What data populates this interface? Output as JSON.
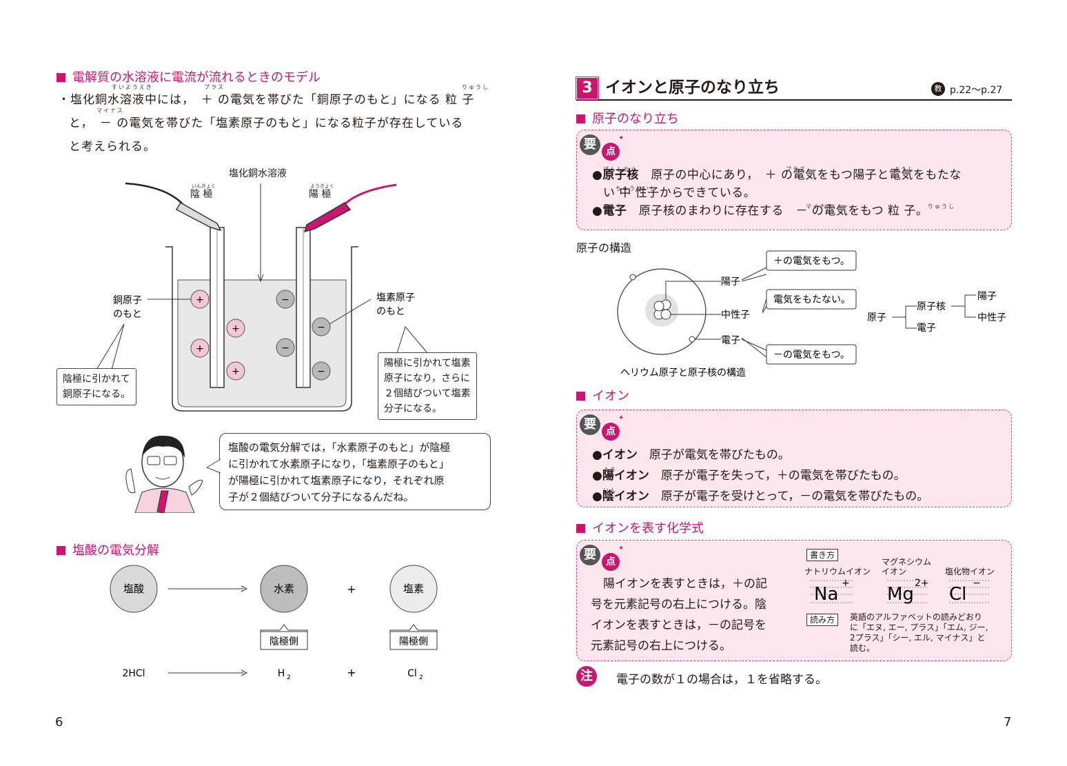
{
  "left": {
    "section1": {
      "title": "電解質の水溶液に電流が流れるときのモデル",
      "line1": "塩化銅水溶液中には，　＋ の電気を帯びた「銅原子のもと」になる 粒 子",
      "line2": "と，　－ の電気を帯びた「塩素原子のもと」になる粒子が存在している",
      "line3": "と考えられる。",
      "ruby_suiyoueki": "すいようえき",
      "ruby_plus": "プラス",
      "ruby_minus": "マイナス",
      "ruby_ryuushi": "りゅうし"
    },
    "diagram": {
      "solution_label": "塩化銅水溶液",
      "cathode": "陰 極",
      "cathode_ruby": "いんきょく",
      "anode": "陽 極",
      "anode_ruby": "ようきょく",
      "copper_label_1": "銅原子",
      "copper_label_2": "のもと",
      "chlorine_label_1": "塩素原子",
      "chlorine_label_2": "のもと",
      "callout_left": [
        "陰極に引かれて",
        "銅原子になる。"
      ],
      "callout_right": [
        "陽極に引かれて塩素",
        "原子になり，さらに",
        "２個結びついて塩素",
        "分子になる。"
      ],
      "plus": "+",
      "minus": "−"
    },
    "speech": [
      "塩酸の電気分解では，「水素原子のもと」が陰極",
      "に引かれて水素原子になり，「塩素原子のもと」",
      "が陽極に引かれて塩素原子になり，それぞれ原",
      "子が２個結びついて分子になるんだね。"
    ],
    "section2": {
      "title": "塩酸の電気分解",
      "c1": "塩酸",
      "c2": "水素",
      "c3": "塩素",
      "plus": "+",
      "tag_cathode": "陰極側",
      "tag_anode": "陽極側",
      "f1": "2HCl",
      "f2": "H",
      "f2sub": "2",
      "f3": "Cl",
      "f3sub": "2"
    },
    "page": "6"
  },
  "right": {
    "heading": {
      "num": "3",
      "title": "イオンと原子のなり立ち",
      "ref_icon": "教",
      "ref": "p.22～p.27"
    },
    "sec1": {
      "title": "原子のなり立ち",
      "yo": "要",
      "ten": "点",
      "b1_term": "原子核",
      "b1_ruby": "げんしかく",
      "b1_text": "原子の中心にあり，　＋ の電気をもつ陽子と電気をもたな",
      "b1_plus_ruby": "プラス",
      "b1_youshi_ruby": "ようし",
      "b1_line2": "い 中 性子からできている。",
      "b1_line2_ruby": "ちゅうせいし",
      "b2_term": "電子",
      "b2_ruby": "でんし",
      "b2_text": "原子核のまわりに存在する　－ の電気をもつ 粒 子。",
      "b2_minus_ruby": "マイナス",
      "b2_ryuushi_ruby": "りゅうし",
      "bullet": "●"
    },
    "structure": {
      "title": "原子の構造",
      "youshi": "陽子",
      "chuuseishi": "中性子",
      "denshi": "電子",
      "box1": "＋の電気をもつ。",
      "box2": "電気をもたない。",
      "box3": "－の電気をもつ。",
      "caption": "ヘリウム原子と原子核の構造",
      "tree_root": "原子",
      "tree_nucleus": "原子核",
      "tree_electron": "電子",
      "tree_proton": "陽子",
      "tree_neutron": "中性子"
    },
    "sec2": {
      "title": "イオン",
      "yo": "要",
      "ten": "点",
      "items": [
        {
          "term": "イオン",
          "text": "原子が電気を帯びたもの。",
          "ruby": ""
        },
        {
          "term": "陽イオン",
          "text": "原子が電子を失って，＋の電気を帯びたもの。",
          "ruby": "よう"
        },
        {
          "term": "陰イオン",
          "text": "原子が電子を受けとって，－の電気を帯びたもの。",
          "ruby": "いん"
        }
      ],
      "bullet": "●"
    },
    "sec3": {
      "title": "イオンを表す化学式",
      "yo": "要",
      "ten": "点",
      "text": [
        "陽イオンを表すときは，＋の記",
        "号を元素記号の右上につける。陰",
        "イオンを表すときは，－の記号を",
        "元素記号の右上につける。"
      ],
      "kakikata": "書き方",
      "yomikata": "読み方",
      "na_label": "ナトリウムイオン",
      "mg_label_1": "マグネシウム",
      "mg_label_2": "イオン",
      "cl_label": "塩化物イオン",
      "na": "Na",
      "na_sup": "+",
      "mg": "Mg",
      "mg_sup": "2+",
      "cl": "Cl",
      "cl_sup": "−",
      "read_text": [
        "英語のアルファベットの読みどおり",
        "に「エヌ, エー, プラス」「エム, ジー,",
        "2プラス」「シー, エル, マイナス」と",
        "読む。"
      ]
    },
    "note": {
      "icon": "注",
      "text": "電子の数が１の場合は，１を省略する。"
    },
    "page": "7"
  },
  "colors": {
    "accent": "#c8176f",
    "box_bg": "#fbe6ee",
    "box_border": "#d6457f"
  }
}
